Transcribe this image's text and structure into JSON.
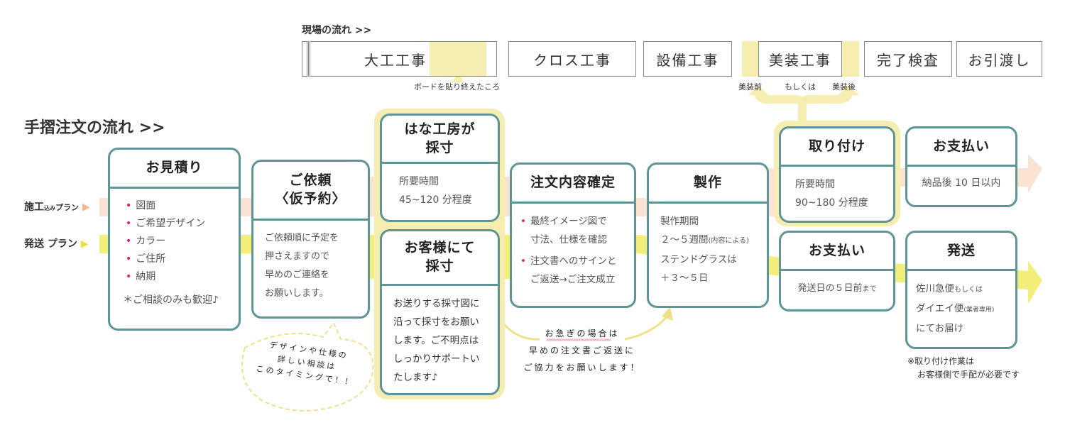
{
  "site_flow": {
    "title": "現場の流れ >>",
    "steps": [
      "大工工事",
      "クロス工事",
      "設備工事",
      "美装工事",
      "完了検査",
      "お引渡し"
    ],
    "note_board": "ボードを貼り終えたころ",
    "note_before": "美装前",
    "note_or": "もしくは",
    "note_after": "美装後"
  },
  "order_flow": {
    "title": "手摺注文の流れ >>",
    "plans": {
      "install": "施工",
      "install_small": "込み",
      "install_suffix": "プラン",
      "ship": "発送 プラン"
    },
    "estimate": {
      "title": "お見積り",
      "items": [
        "図面",
        "ご希望デザイン",
        "カラー",
        "ご住所",
        "納期"
      ],
      "note": "＊ご相談のみも歓迎♪"
    },
    "request": {
      "title": "ご依頼",
      "subtitle": "〈仮予約〉",
      "lines": [
        "ご依頼順に予定を",
        "押さえますので",
        "早めのご連絡を",
        "お願いします。"
      ]
    },
    "measure_studio": {
      "title1": "はな工房が",
      "title2": "採寸",
      "lines": [
        "所要時間",
        "45~120 分程度"
      ]
    },
    "measure_customer": {
      "title1": "お客様にて",
      "title2": "採寸",
      "lines": [
        "お送りする採寸図に",
        "沿って採寸をお願い",
        "します。ご不明点は",
        "しっかりサポートい",
        "たします♪"
      ]
    },
    "confirm": {
      "title": "注文内容確定",
      "items": [
        [
          "最終イメージ図で",
          "寸法、仕様を確認"
        ],
        [
          "注文書へのサインと",
          "ご返送→ご注文成立"
        ]
      ]
    },
    "production": {
      "title": "製作",
      "lines": [
        "製作期間",
        "２～５週間",
        "(内容による)",
        "ステンドグラスは",
        "＋３～５日"
      ]
    },
    "install": {
      "title": "取り付け",
      "lines": [
        "所要時間",
        "90~180 分程度"
      ]
    },
    "payment_install": {
      "title": "お支払い",
      "text": "納品後 10 日以内"
    },
    "payment_ship": {
      "title": "お支払い",
      "text": "発送日の５日前",
      "text_small": "まで"
    },
    "shipping": {
      "title": "発送",
      "line1": "佐川急便",
      "line1_small": "もしくは",
      "line2": "ダイエイ便",
      "line2_small": "(業者専用)",
      "line3": "にてお届け"
    },
    "bubble": [
      "デザインや仕様の",
      "詳しい相談は",
      "このタイミングで！！"
    ],
    "rush": [
      "お急ぎの場合は",
      "早めの注文書ご返送に",
      "ご協力をお願いします！"
    ],
    "footnote": [
      "※取り付け作業は",
      "お客様側で手配が必要です"
    ]
  },
  "colors": {
    "teal": "#5f9597",
    "peach": "#fbe3d3",
    "yellow": "#f3ee7a",
    "pale_yellow": "#f6eeb0",
    "pink": "#e2127a"
  }
}
